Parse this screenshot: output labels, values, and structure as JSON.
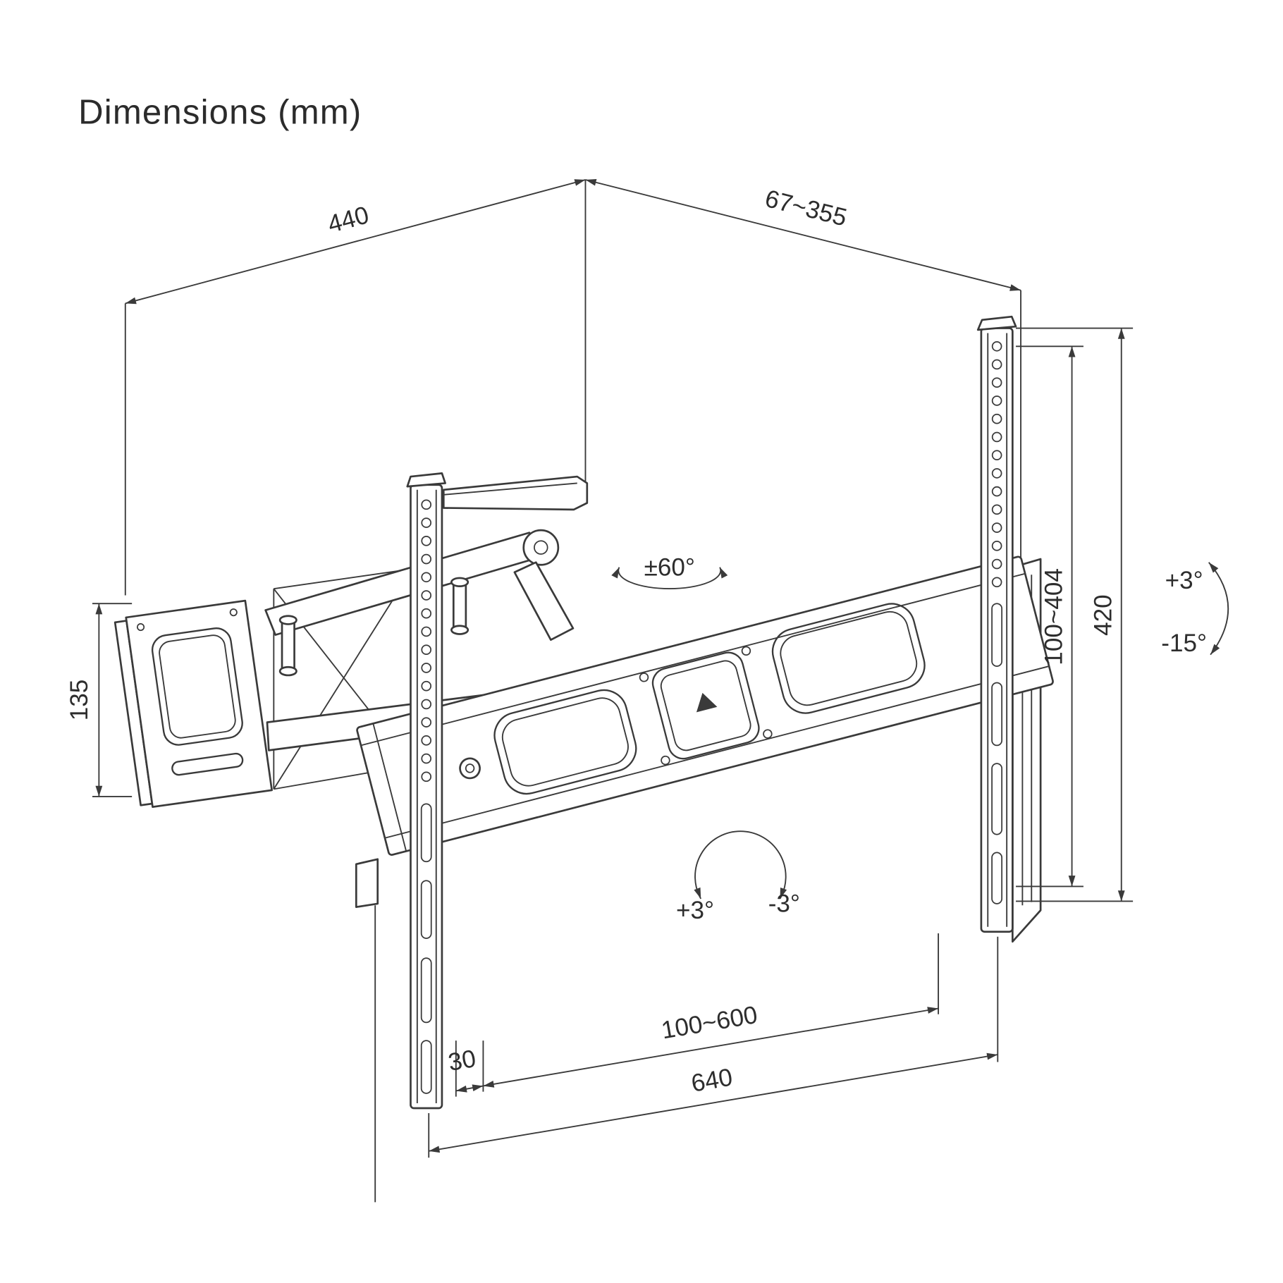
{
  "title": "Dimensions (mm)",
  "colors": {
    "line": "#3a3a3a",
    "text": "#2d2d2d",
    "background": "#ffffff"
  },
  "dimensions": {
    "depth": "440",
    "extension": "67~355",
    "wall_plate_height": "135",
    "vesa_vertical": "100~404",
    "plate_height": "420",
    "tilt_up": "+3°",
    "tilt_down": "-15°",
    "swivel": "±60°",
    "roll_plus": "+3°",
    "roll_minus": "-3°",
    "rail_offset": "30",
    "vesa_horizontal": "100~600",
    "bracket_width": "640"
  }
}
